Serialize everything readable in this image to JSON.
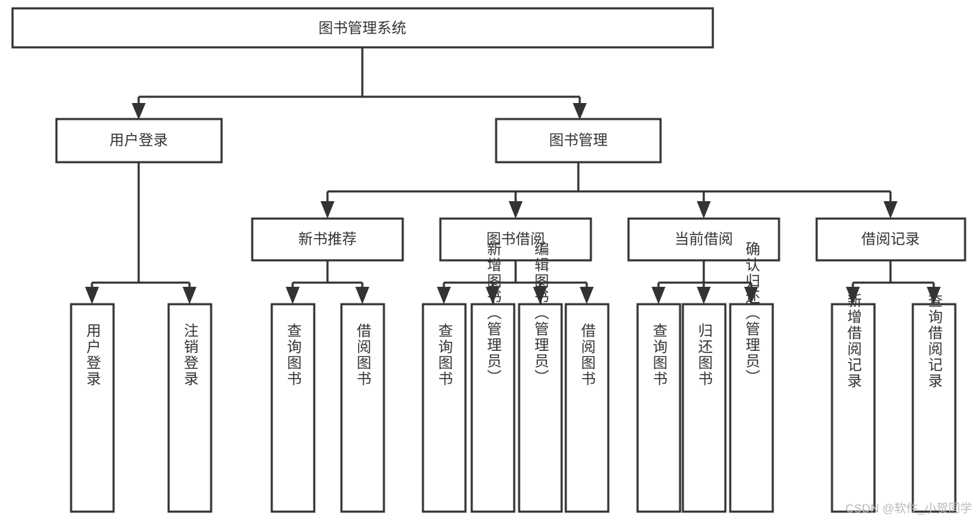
{
  "diagram": {
    "type": "tree",
    "title": "图书管理系统",
    "orientation": "top-down",
    "watermark": "CSDN @软件_小贺同学",
    "colors": {
      "stroke": "#333333",
      "fill": "#ffffff",
      "background": "#ffffff",
      "watermark": "#b9b9b9"
    },
    "levels": {
      "level1": [
        {
          "id": "root",
          "label": "图书管理系统"
        }
      ],
      "level2": [
        {
          "id": "user-login",
          "label": "用户登录"
        },
        {
          "id": "book-management",
          "label": "图书管理"
        }
      ],
      "level3": [
        {
          "id": "new-book-recommend",
          "label": "新书推荐",
          "parent": "book-management"
        },
        {
          "id": "book-borrow",
          "label": "图书借阅",
          "parent": "book-management"
        },
        {
          "id": "current-borrow",
          "label": "当前借阅",
          "parent": "book-management"
        },
        {
          "id": "borrow-record",
          "label": "借阅记录",
          "parent": "book-management"
        }
      ],
      "level4": [
        {
          "id": "leaf-user-login",
          "label": "用户登录",
          "parent": "user-login"
        },
        {
          "id": "leaf-logout-login",
          "label": "注销登录",
          "parent": "user-login"
        },
        {
          "id": "leaf-query-book-1",
          "label": "查询图书",
          "parent": "new-book-recommend"
        },
        {
          "id": "leaf-borrow-book-1",
          "label": "借阅图书",
          "parent": "new-book-recommend"
        },
        {
          "id": "leaf-query-book-2",
          "label": "查询图书",
          "parent": "book-borrow"
        },
        {
          "id": "leaf-add-book",
          "label": "新增图书（管理员）",
          "parent": "book-borrow"
        },
        {
          "id": "leaf-edit-book",
          "label": "编辑图书（管理员）",
          "parent": "book-borrow"
        },
        {
          "id": "leaf-borrow-book-2",
          "label": "借阅图书",
          "parent": "book-borrow"
        },
        {
          "id": "leaf-query-book-3",
          "label": "查询图书",
          "parent": "current-borrow"
        },
        {
          "id": "leaf-return-book",
          "label": "归还图书",
          "parent": "current-borrow"
        },
        {
          "id": "leaf-confirm-return",
          "label": "确认归还（管理员）",
          "parent": "current-borrow"
        },
        {
          "id": "leaf-add-record",
          "label": "新增借阅记录",
          "parent": "borrow-record"
        },
        {
          "id": "leaf-query-record",
          "label": "查询借阅记录",
          "parent": "borrow-record"
        }
      ]
    }
  }
}
